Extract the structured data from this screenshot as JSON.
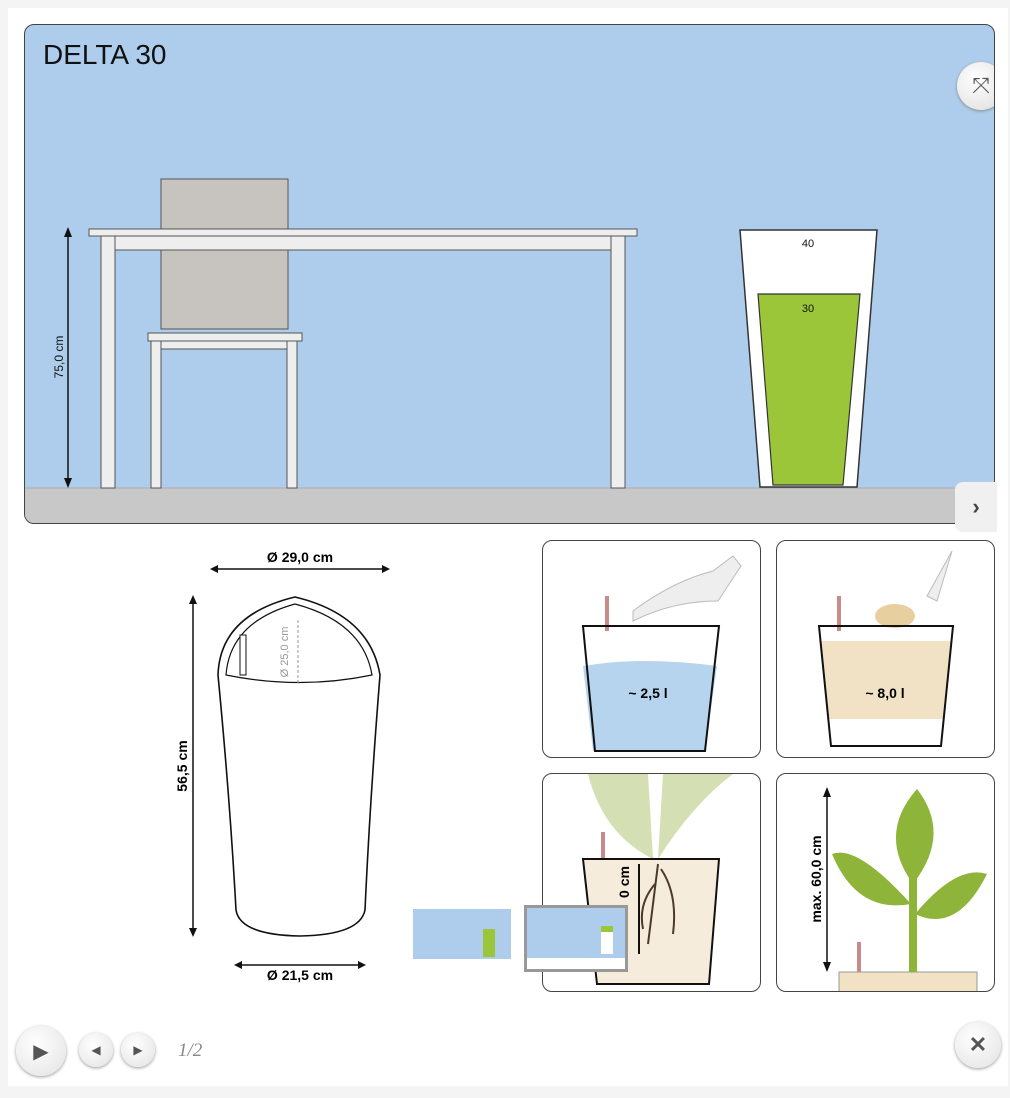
{
  "product": {
    "title": "DELTA 30"
  },
  "scene": {
    "height_label": "75,0 cm",
    "pot_sizes": [
      "40",
      "30"
    ]
  },
  "dimensions": {
    "top_diameter": "Ø 29,0 cm",
    "bottom_diameter": "Ø 21,5 cm",
    "height": "56,5 cm",
    "inner_diameter": "Ø 25,0 cm"
  },
  "panels": {
    "water": "~ 2,5 l",
    "substrate": "~ 8,0 l",
    "root_depth": "0 cm",
    "plant_height": "max. 60,0 cm"
  },
  "slideshow": {
    "counter": "1/2",
    "current": 1,
    "total": 2
  },
  "colors": {
    "sky": "#aecdec",
    "green": "#9cc63a",
    "water": "#b7d4ef",
    "substrate": "#f1e2c6"
  }
}
